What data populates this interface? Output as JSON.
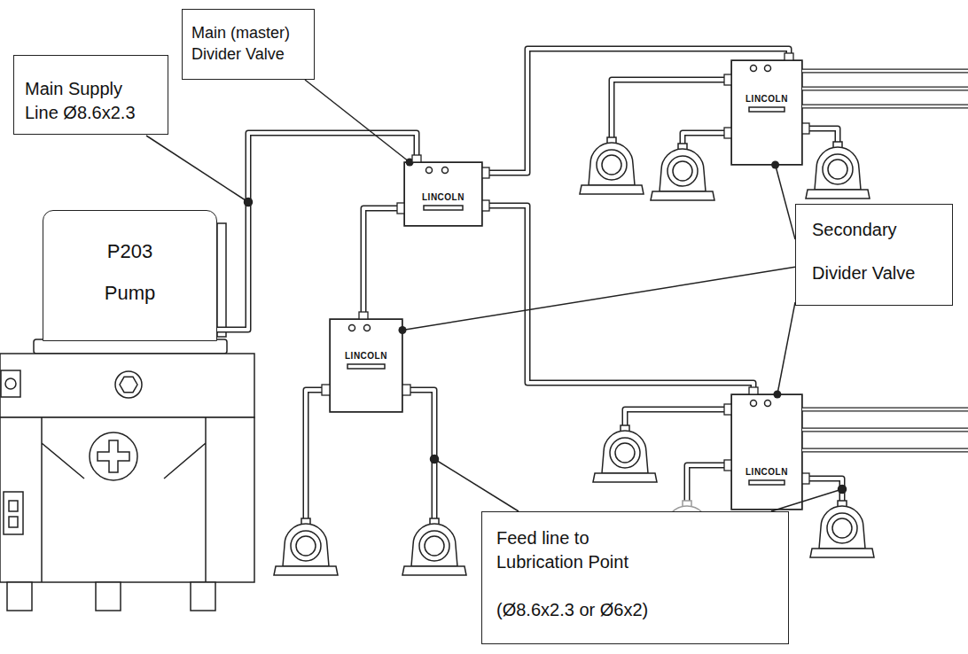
{
  "diagram": {
    "nodes": [
      {
        "text": [
          "Main Supply",
          "Line Ø8.6x2.3"
        ]
      },
      {
        "text": [
          "Main (master) Divider Valve"
        ]
      },
      {
        "text": [
          "LINCOLN"
        ]
      },
      {
        "text": [
          "LINCOLN"
        ]
      },
      {
        "text": [
          "P203",
          "Pump"
        ]
      },
      {
        "text": [
          "Secondary",
          "Divider Valve"
        ]
      },
      {
        "text": [
          "LINCOLN"
        ]
      },
      {
        "text": [
          "LINCOLN"
        ]
      },
      {
        "text": [
          "Feed line to Lubrication Point",
          "(Ø8.6x2.3 or Ø6x2)"
        ]
      }
    ],
    "edges": [
      {
        "from": 4,
        "to": 2,
        "arrow": "none"
      },
      {
        "from": 2,
        "to": 3,
        "arrow": "none"
      },
      {
        "from": 2,
        "to": 6,
        "arrow": "none"
      },
      {
        "from": 2,
        "to": 7,
        "arrow": "none"
      },
      {
        "from": 1,
        "to": 2,
        "arrow": "none"
      },
      {
        "from": 5,
        "to": 6,
        "arrow": "none"
      },
      {
        "from": 5,
        "to": 3,
        "arrow": "none"
      },
      {
        "from": 5,
        "to": 7,
        "arrow": "none"
      }
    ]
  }
}
